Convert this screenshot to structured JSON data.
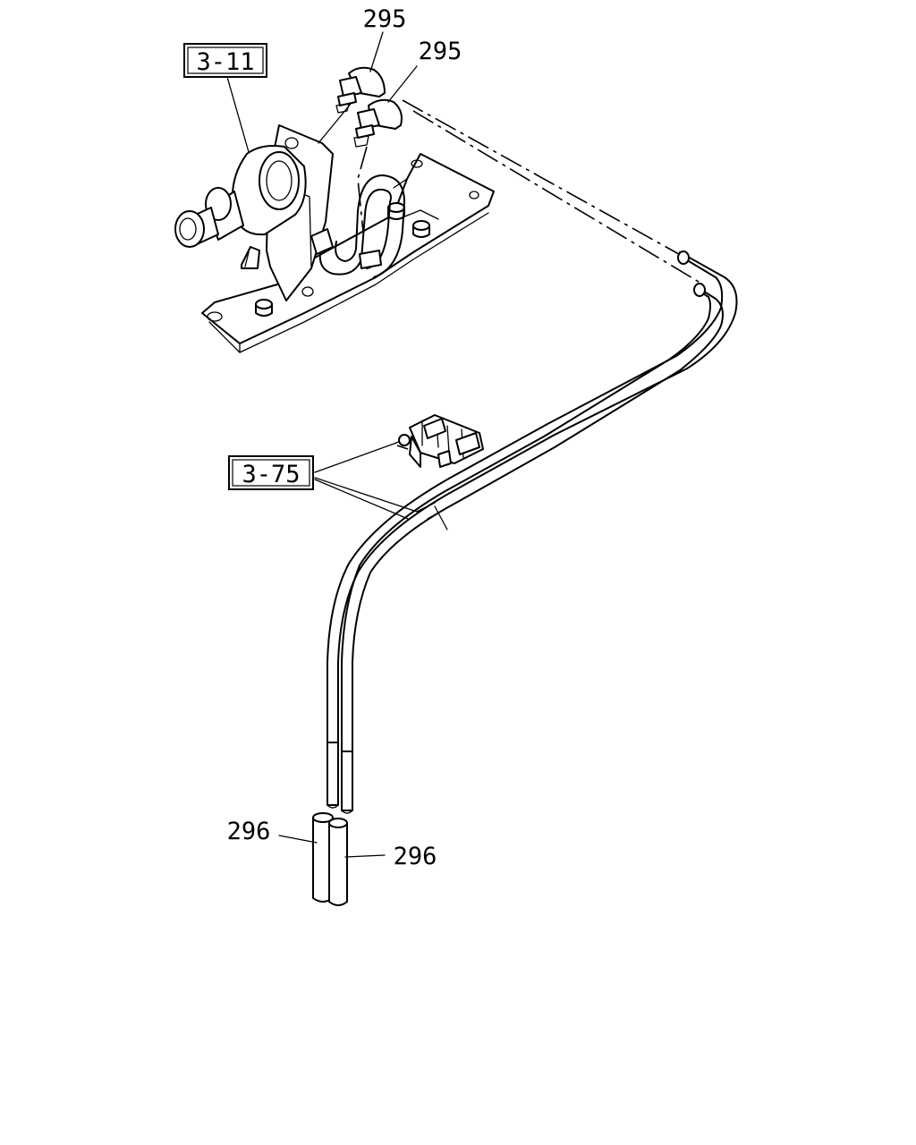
{
  "callouts": {
    "ref_3_11": "3-11",
    "ref_3_75": "3-75",
    "part_295_a": "295",
    "part_295_b": "295",
    "part_296_a": "296",
    "part_296_b": "296"
  }
}
